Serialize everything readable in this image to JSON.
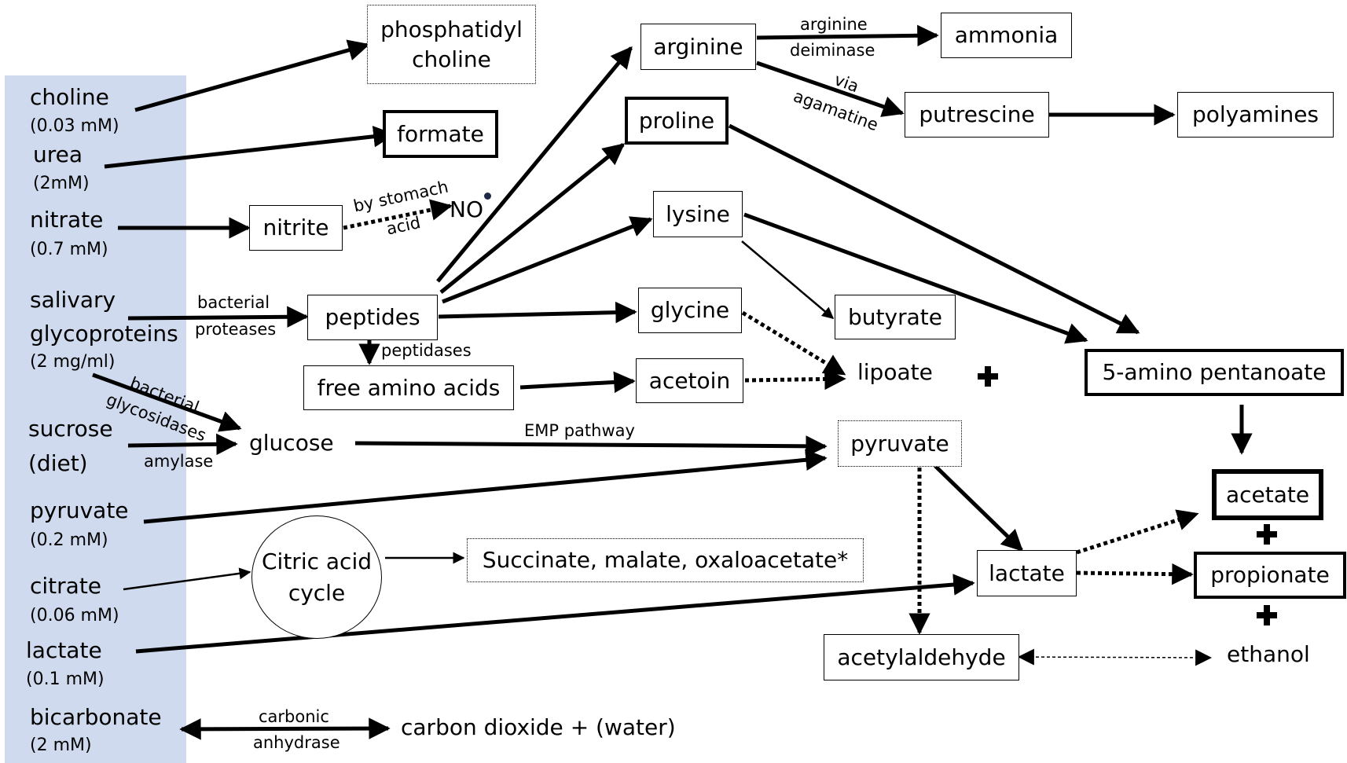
{
  "inputs": {
    "choline": {
      "name": "choline",
      "conc": "(0.03 mM)"
    },
    "urea": {
      "name": "urea",
      "conc": "(2mM)"
    },
    "nitrate": {
      "name": "nitrate",
      "conc": "(0.7 mM)"
    },
    "salivary_glycoproteins": {
      "line1": "salivary",
      "line2": "glycoproteins",
      "conc": "(2 mg/ml)"
    },
    "sucrose": {
      "line1": "sucrose",
      "line2": "(diet)"
    },
    "pyruvate": {
      "name": "pyruvate",
      "conc": "(0.2 mM)"
    },
    "citrate": {
      "name": "citrate",
      "conc": "(0.06 mM)"
    },
    "lactate": {
      "name": "lactate",
      "conc": "(0.1 mM)"
    },
    "bicarbonate": {
      "name": "bicarbonate",
      "conc": "(2 mM)"
    }
  },
  "nodes": {
    "phosphatidyl_choline": {
      "line1": "phosphatidyl",
      "line2": "choline"
    },
    "formate": "formate",
    "nitrite": "nitrite",
    "no": "NO",
    "peptides": "peptides",
    "free_amino_acids": "free amino acids",
    "glucose": "glucose",
    "citric_acid_cycle": {
      "line1": "Citric acid",
      "line2": "cycle"
    },
    "succinate": "Succinate, malate, oxaloacetate*",
    "carbon_dioxide": "carbon dioxide + (water)",
    "arginine": "arginine",
    "proline": "proline",
    "lysine": "lysine",
    "glycine": "glycine",
    "acetoin": "acetoin",
    "butyrate": "butyrate",
    "lipoate": "lipoate",
    "pyruvate": "pyruvate",
    "lactate": "lactate",
    "acetylaldehyde": "acetylaldehyde",
    "ethanol": "ethanol",
    "ammonia": "ammonia",
    "putrescine": "putrescine",
    "polyamines": "polyamines",
    "amino_pentanoate": "5-amino pentanoate",
    "acetate": "acetate",
    "propionate": "propionate"
  },
  "edge_labels": {
    "by_stomach": "by stomach",
    "acid": "acid",
    "bacterial_proteases_1": "bacterial",
    "bacterial_proteases_2": "proteases",
    "peptidases": "peptidases",
    "bacterial_glycosidases_1": "bacterial",
    "bacterial_glycosidases_2": "glycosidases",
    "amylase": "amylase",
    "emp_pathway": "EMP pathway",
    "carbonic_anhydrase_1": "carbonic",
    "carbonic_anhydrase_2": "anhydrase",
    "arginine_deiminase_1": "arginine",
    "arginine_deiminase_2": "deiminase",
    "via_agamatine_1": "via",
    "via_agamatine_2": "agamatine"
  },
  "colors": {
    "input_panel": "#cfdaee",
    "arrow": "#000000"
  }
}
